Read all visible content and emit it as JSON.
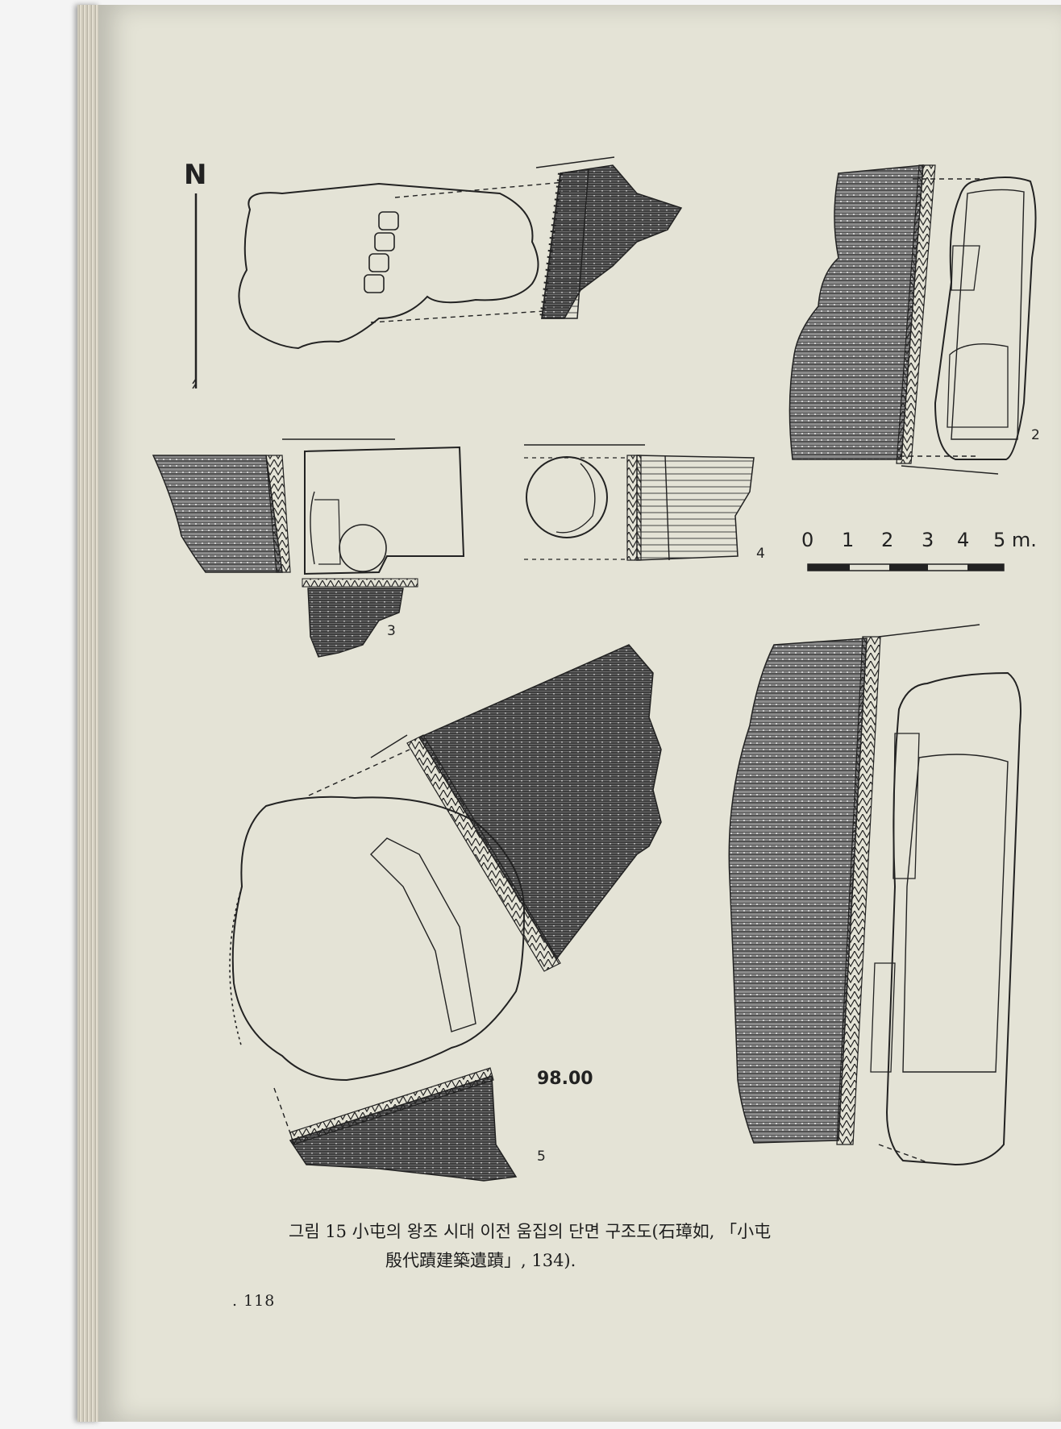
{
  "figure": {
    "north_label": "N",
    "panel_numbers": [
      "2",
      "3",
      "4",
      "5"
    ],
    "scale_bar": {
      "ticks": [
        "0",
        "1",
        "2",
        "3",
        "4",
        "5 m."
      ]
    },
    "center_label": "98.00"
  },
  "caption": {
    "line1": "그림 15  小屯의 왕조 시대 이전 움집의 단면 구조도(石璋如, 「小屯",
    "line2": "殷代蹟建築遺蹟」, 134)."
  },
  "page_number": ". 118"
}
